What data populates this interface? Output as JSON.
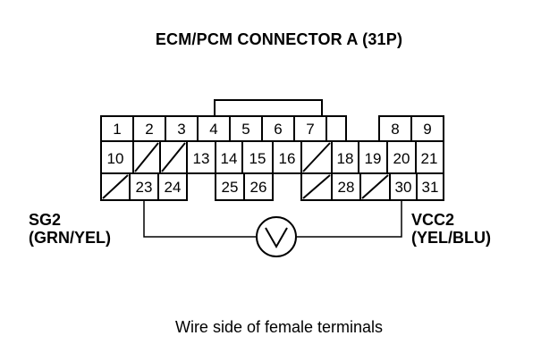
{
  "title": "ECM/PCM CONNECTOR A (31P)",
  "caption": "Wire side of female terminals",
  "left_probe": {
    "signal": "SG2",
    "wire_color": "(GRN/YEL)",
    "terminal": "23"
  },
  "right_probe": {
    "signal": "VCC2",
    "wire_color": "(YEL/BLU)",
    "terminal": "30"
  },
  "meter_symbol": "voltmeter-icon",
  "rows": [
    [
      "1",
      "2",
      "3",
      "4",
      "5",
      "6",
      "7",
      "",
      "8",
      "9"
    ],
    [
      "10",
      "",
      "",
      "13",
      "14",
      "15",
      "16",
      "",
      "18",
      "19",
      "20",
      "21"
    ],
    [
      "",
      "23",
      "24",
      "",
      "25",
      "26",
      "",
      "",
      "28",
      "",
      "30",
      "31"
    ]
  ]
}
